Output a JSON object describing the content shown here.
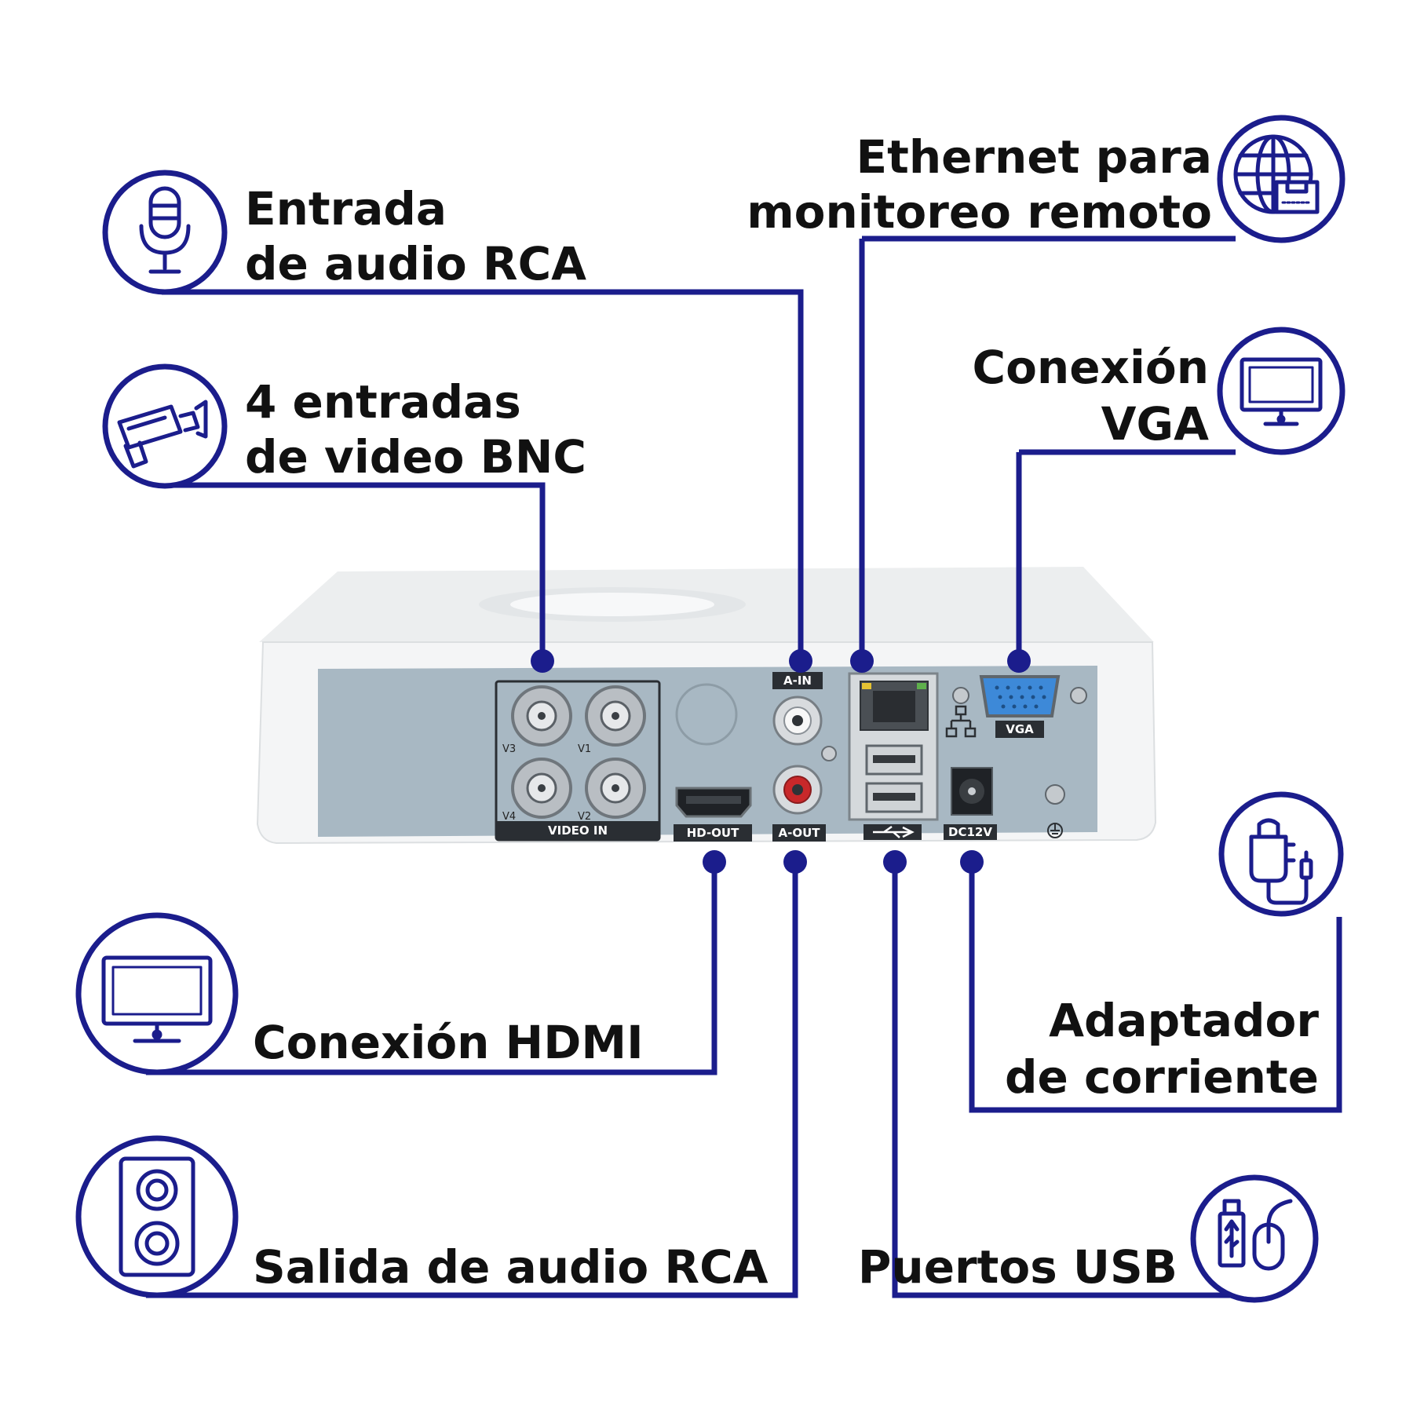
{
  "colors": {
    "accent": "#1b1d8c",
    "panel": "#a7b7c2",
    "chassis": "#f2f3f4",
    "text": "#111111"
  },
  "callouts": {
    "audio_in": {
      "line1": "Entrada",
      "line2": "de audio RCA",
      "icon": "microphone-icon"
    },
    "video_in": {
      "line1": "4 entradas",
      "line2": "de video BNC",
      "icon": "security-camera-icon"
    },
    "hdmi": {
      "line1": "Conexión HDMI",
      "icon": "monitor-icon"
    },
    "audio_out": {
      "line1": "Salida de audio RCA",
      "icon": "speaker-icon"
    },
    "ethernet": {
      "line1": "Ethernet para",
      "line2": "monitoreo remoto",
      "icon": "globe-network-icon"
    },
    "vga": {
      "line1": "Conexión",
      "line2": "VGA",
      "icon": "monitor-icon"
    },
    "power": {
      "line1": "Adaptador",
      "line2": "de corriente",
      "icon": "power-adapter-icon"
    },
    "usb": {
      "line1": "Puertos USB",
      "icon": "usb-mouse-icon"
    }
  },
  "panel_labels": {
    "video_in": "VIDEO IN",
    "v1": "V1",
    "v2": "V2",
    "v3": "V3",
    "v4": "V4",
    "hd_out": "HD-OUT",
    "a_in": "A-IN",
    "a_out": "A-OUT",
    "vga": "VGA",
    "dc": "DC12V"
  }
}
